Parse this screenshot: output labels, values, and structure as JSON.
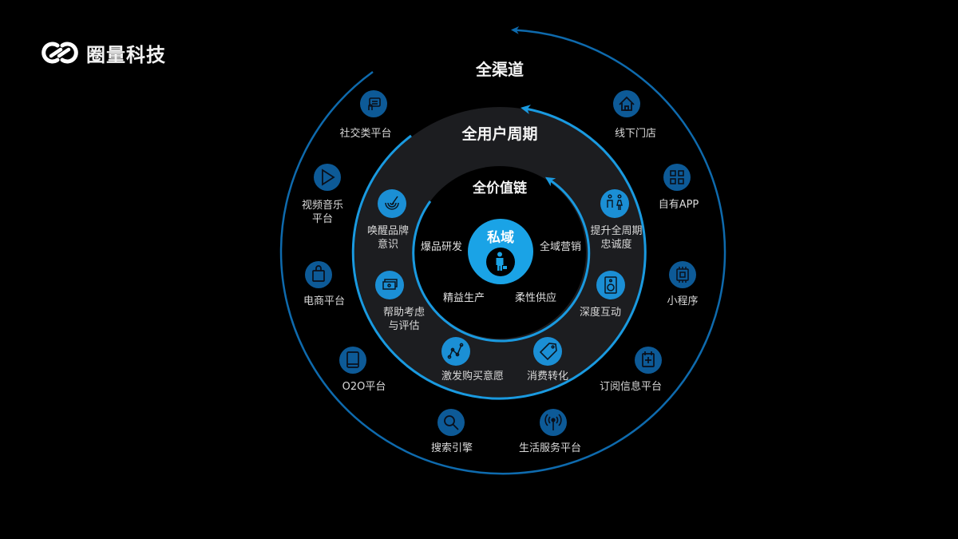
{
  "brand": {
    "name": "圈量科技",
    "logo_icon": "linked-rings-logo-icon"
  },
  "colors": {
    "background": "#000000",
    "ring_stroke": "#0e6aad",
    "ring_stroke_bright": "#1a9ae0",
    "middle_disc": "#1c1d20",
    "inner_disc": "#000000",
    "core_disc": "#1aa3e6",
    "outer_icon_bg": "#0d5a97",
    "middle_icon_bg": "#1b8fd5",
    "text": "#d9d9d9"
  },
  "diagram": {
    "outer_ring": {
      "title": "全渠道",
      "items": [
        {
          "label": [
            "社交类平台"
          ],
          "icon": "chat-card-icon"
        },
        {
          "label": [
            "视频音乐",
            "平台"
          ],
          "icon": "play-icon"
        },
        {
          "label": [
            "电商平台"
          ],
          "icon": "shopping-bag-icon"
        },
        {
          "label": [
            "O2O平台"
          ],
          "icon": "tablet-icon"
        },
        {
          "label": [
            "搜索引擎"
          ],
          "icon": "search-icon"
        },
        {
          "label": [
            "生活服务平台"
          ],
          "icon": "broadcast-icon"
        },
        {
          "label": [
            "订阅信息平台"
          ],
          "icon": "calendar-plus-icon"
        },
        {
          "label": [
            "小程序"
          ],
          "icon": "chip-icon"
        },
        {
          "label": [
            "自有APP"
          ],
          "icon": "app-grid-icon"
        },
        {
          "label": [
            "线下门店"
          ],
          "icon": "home-icon"
        }
      ]
    },
    "middle_ring": {
      "title": "全用户周期",
      "items": [
        {
          "label": [
            "唤醒品牌",
            "意识"
          ],
          "icon": "radar-icon"
        },
        {
          "label": [
            "帮助考虑",
            "与评估"
          ],
          "icon": "cash-icon"
        },
        {
          "label": [
            "激发购买意愿"
          ],
          "icon": "line-chart-icon"
        },
        {
          "label": [
            "消费转化"
          ],
          "icon": "tag-icon"
        },
        {
          "label": [
            "深度互动"
          ],
          "icon": "speaker-icon"
        },
        {
          "label": [
            "提升全周期",
            "忠诚度"
          ],
          "icon": "people-icon"
        }
      ]
    },
    "inner_ring": {
      "title": "全价值链",
      "items": [
        {
          "label": "爆品研发"
        },
        {
          "label": "全域营销"
        },
        {
          "label": "精益生产"
        },
        {
          "label": "柔性供应"
        }
      ]
    },
    "core": {
      "title": "私域",
      "icon": "businessman-icon"
    }
  }
}
